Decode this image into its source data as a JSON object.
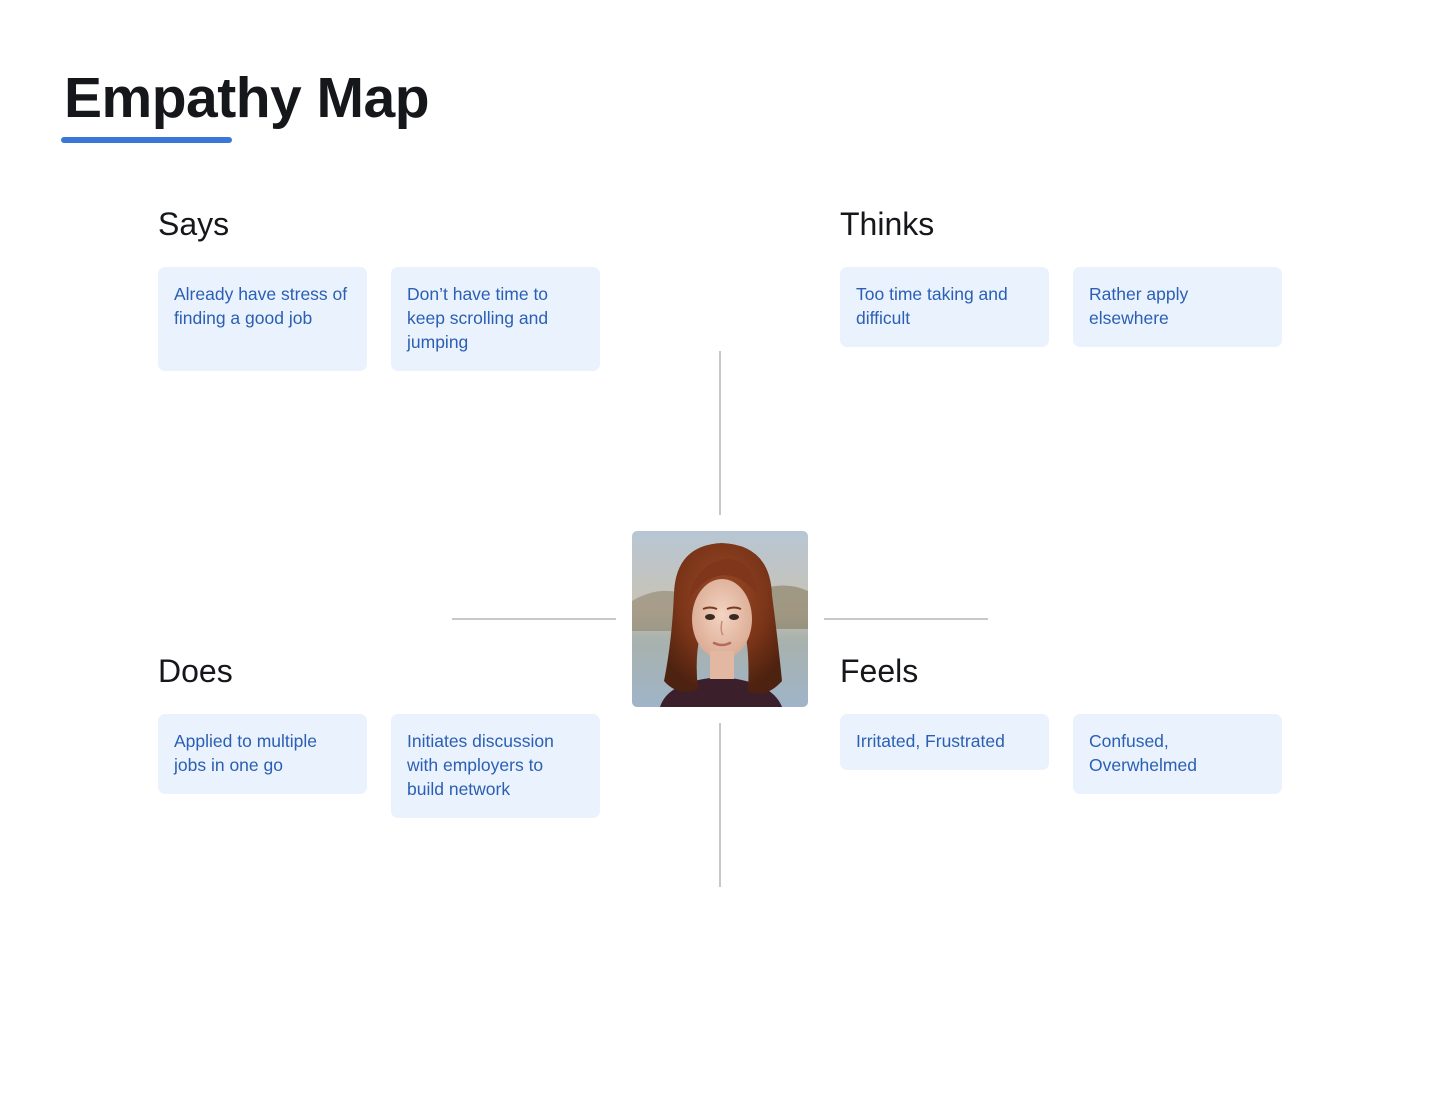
{
  "title": "Empathy Map",
  "colors": {
    "accent": "#3a77d8",
    "note_bg": "#eaf2fd",
    "note_text": "#2a5fb4",
    "heading": "#15171b",
    "divider": "#c8c8c8"
  },
  "avatar": {
    "icon": "person-portrait-avatar"
  },
  "quadrants": {
    "says": {
      "heading": "Says",
      "notes": [
        "Already have stress of finding a good job",
        "Don’t have time to keep scrolling and jumping"
      ]
    },
    "thinks": {
      "heading": "Thinks",
      "notes": [
        "Too time taking and difficult",
        "Rather apply elsewhere"
      ]
    },
    "does": {
      "heading": "Does",
      "notes": [
        "Applied to multiple jobs in one go",
        "Initiates discussion with employers to build network"
      ]
    },
    "feels": {
      "heading": "Feels",
      "notes": [
        "Irritated, Frustrated",
        "Confused, Overwhelmed"
      ]
    }
  }
}
